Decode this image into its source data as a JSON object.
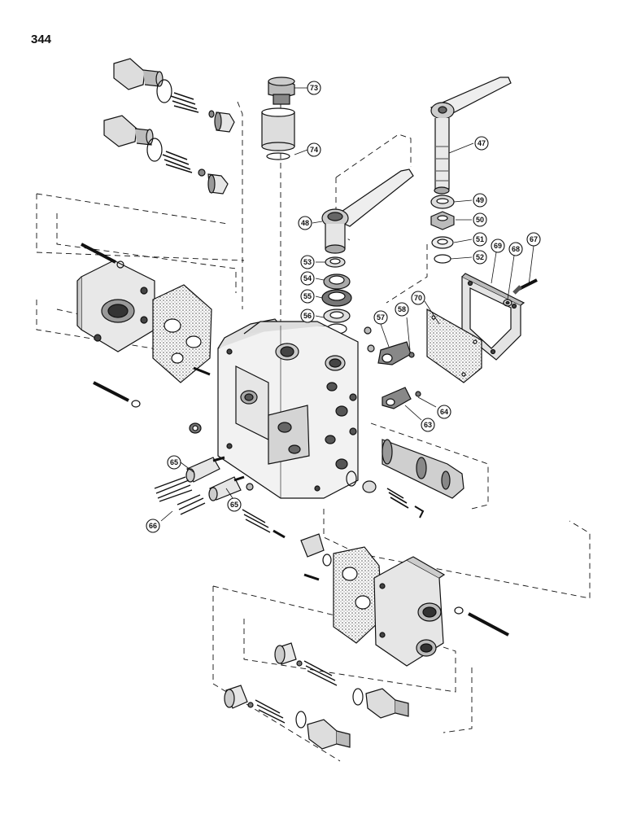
{
  "page_number": "344",
  "callouts": [
    {
      "id": "c73",
      "label": "73"
    },
    {
      "id": "c74",
      "label": "74"
    },
    {
      "id": "c47",
      "label": "47"
    },
    {
      "id": "c49",
      "label": "49"
    },
    {
      "id": "c50",
      "label": "50"
    },
    {
      "id": "c51",
      "label": "51"
    },
    {
      "id": "c52",
      "label": "52"
    },
    {
      "id": "c67",
      "label": "67"
    },
    {
      "id": "c68",
      "label": "68"
    },
    {
      "id": "c69",
      "label": "69"
    },
    {
      "id": "c48",
      "label": "48"
    },
    {
      "id": "c53",
      "label": "53"
    },
    {
      "id": "c54",
      "label": "54"
    },
    {
      "id": "c55",
      "label": "55"
    },
    {
      "id": "c56",
      "label": "56"
    },
    {
      "id": "c57",
      "label": "57"
    },
    {
      "id": "c58",
      "label": "58"
    },
    {
      "id": "c70",
      "label": "70"
    },
    {
      "id": "c64",
      "label": "64"
    },
    {
      "id": "c63",
      "label": "63"
    },
    {
      "id": "c65a",
      "label": "65"
    },
    {
      "id": "c65b",
      "label": "65"
    },
    {
      "id": "c66",
      "label": "66"
    }
  ],
  "colors": {
    "line": "#111111",
    "fill_light": "#f2f2f2",
    "fill_mid": "#cfcfcf",
    "fill_dark": "#6d6d6d"
  }
}
